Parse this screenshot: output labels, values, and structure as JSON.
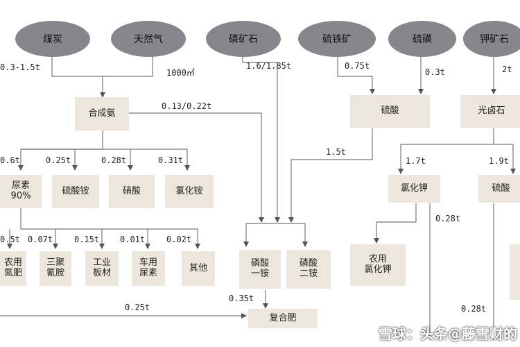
{
  "sources": {
    "coal": "煤炭",
    "gas": "天然气",
    "phosphate_rock": "磷矿石",
    "pyrite": "硫铁矿",
    "sulfur": "硫磺",
    "potash_ore": "钾矿石"
  },
  "nodes": {
    "ammonia": "合成氨",
    "sulfuric_acid": "硫酸",
    "carnallite": "光卤石",
    "urea_line1": "尿素",
    "urea_line2": "90%",
    "ammonium_sulfate": "硫酸铵",
    "nitric_acid": "硝酸",
    "ammonium_chloride": "氯化铵",
    "kcl": "氯化钾",
    "right_edge_box": "硫酸",
    "agri_n_line1": "农用",
    "agri_n_line2": "氮肥",
    "melamine_line1": "三聚",
    "melamine_line2": "氰胺",
    "board_line1": "工业",
    "board_line2": "板材",
    "vehicle_urea_line1": "车用",
    "vehicle_urea_line2": "尿素",
    "other": "其他",
    "map_line1": "磷酸",
    "map_line2": "一铵",
    "dap_line1": "磷酸",
    "dap_line2": "二铵",
    "agri_kcl_line1": "农用",
    "agri_kcl_line2": "氯化钾",
    "compound": "复合肥"
  },
  "labels": {
    "coal_qty": "0.3-1.5t",
    "gas_qty": "1000㎥",
    "phosphate_qty": "1.6/1.85t",
    "pyrite_qty": "0.75t",
    "sulfur_qty": "0.3t",
    "potash_qty": "2t",
    "ammonia_to_phos": "0.13/0.22t",
    "acid_to_phos": "1.5t",
    "urea_qty": "0.6t",
    "ammsulf_qty": "0.25t",
    "nitric_qty": "0.28t",
    "ammchl_qty": "0.31t",
    "agri_n_qty": "0.5t",
    "melamine_qty": "0.07t",
    "board_qty": "0.15t",
    "vehicle_qty": "0.01t",
    "other_qty": "0.02t",
    "kcl_qty": "1.7t",
    "right_qty": "1.9t",
    "kcl_to_compound": "0.28t",
    "phos_to_compound": "0.35t",
    "urea_to_compound": "0.25t",
    "right_to_compound": "0.28t"
  },
  "watermark": "雪球：头条@藤雪财的"
}
